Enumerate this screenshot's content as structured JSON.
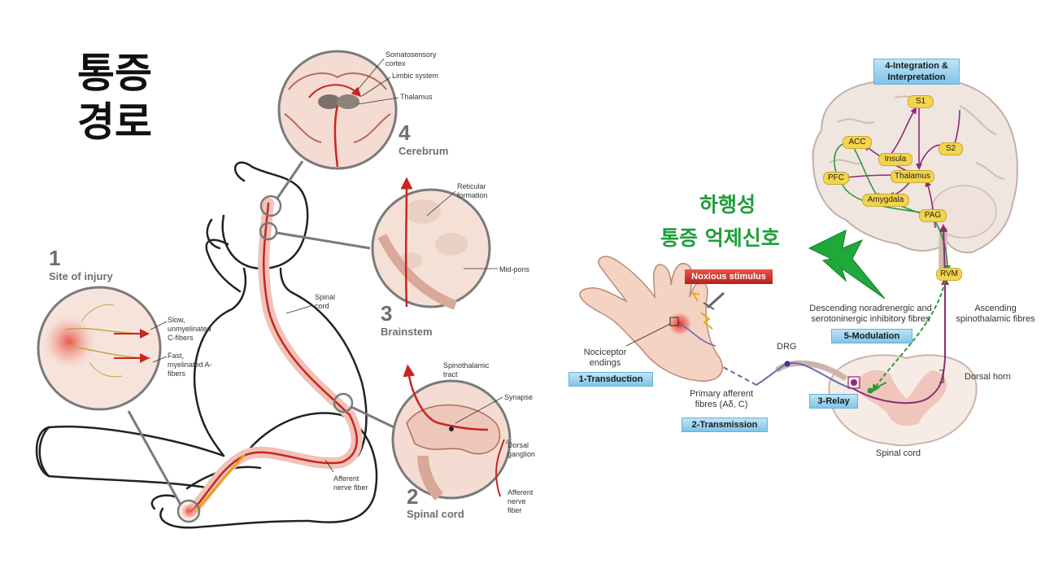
{
  "title": {
    "line1": "통증",
    "line2": "경로"
  },
  "left": {
    "stages": [
      {
        "num": "1",
        "label": "Site of injury"
      },
      {
        "num": "2",
        "label": "Spinal cord"
      },
      {
        "num": "3",
        "label": "Brainstem"
      },
      {
        "num": "4",
        "label": "Cerebrum"
      }
    ],
    "labels": {
      "somatosensory": "Somatosensory cortex",
      "limbic": "Limbic system",
      "thalamus": "Thalamus",
      "reticular": "Reticular formation",
      "midpons": "Mid-pons",
      "spinal_cord": "Spinal cord",
      "slow_fibers": "Slow, unmyelinated C-fibers",
      "fast_fibers": "Fast, myelinated A-fibers",
      "spinothalamic": "Spinothalamic tract",
      "synapse": "Synapse",
      "dorsal_ganglion": "Dorsal ganglion",
      "afferent_1": "Afferent nerve fiber",
      "afferent_2": "Afferent nerve fiber"
    }
  },
  "right": {
    "boxes": {
      "integration": "4-Integration & Interpretation",
      "transduction": "1-Transduction",
      "transmission": "2-Transmission",
      "relay": "3-Relay",
      "modulation": "5-Modulation",
      "noxious": "Noxious stimulus"
    },
    "nodes": [
      "S1",
      "ACC",
      "S2",
      "Insula",
      "PFC",
      "Thalamus",
      "Amygdala",
      "PAG",
      "RVM"
    ],
    "labels": {
      "nociceptor": "Nociceptor endings",
      "primary_afferent": "Primary afferent fibres (Aδ, C)",
      "drg": "DRG",
      "dorsal_horn": "Dorsal horn",
      "spinal_cord": "Spinal cord",
      "descending": "Descending noradrenergic and serotoninergic inhibitory fibres",
      "ascending": "Ascending spinothalamic fibres"
    },
    "korean": {
      "line1": "하행성",
      "line2": "통증 억제신호"
    }
  },
  "colors": {
    "pathway_red": "#c8261f",
    "descending_green": "#2a9a3a",
    "purple": "#8e2a78",
    "node_yellow": "#f3d44e"
  }
}
